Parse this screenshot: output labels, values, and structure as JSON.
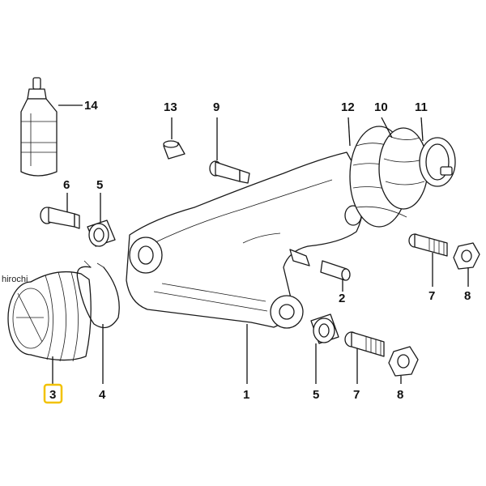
{
  "callouts": {
    "c1": "1",
    "c2": "2",
    "c3": "3",
    "c4": "4",
    "c5a": "5",
    "c5b": "5",
    "c6": "6",
    "c7a": "7",
    "c7b": "7",
    "c8a": "8",
    "c8b": "8",
    "c9": "9",
    "c10": "10",
    "c11": "11",
    "c12": "12",
    "c13": "13",
    "c14": "14"
  },
  "watermark": "hirochi",
  "colors": {
    "highlight": "#f2c200",
    "line": "#1a1a1a"
  }
}
